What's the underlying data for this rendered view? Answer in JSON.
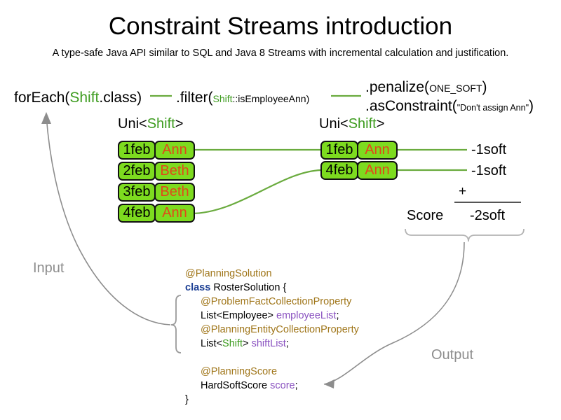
{
  "title": "Constraint Streams introduction",
  "subtitle": "A type-safe Java API similar to SQL and Java 8 Streams with incremental calculation and justification.",
  "pipeline": {
    "for_each": {
      "call": "forEach(",
      "type": "Shift",
      "tail": ".class)"
    },
    "filter": {
      "call": ".filter(",
      "type": "Shift",
      "tail": "::isEmployeeAnn)"
    },
    "penalize": {
      "call": ".penalize(",
      "arg": "ONE_SOFT",
      "tail": ")"
    },
    "as_constraint": {
      "call": ".asConstraint(",
      "arg": "\"Don't assign Ann\"",
      "tail": ")"
    },
    "stream_type_left": {
      "prefix": "Uni<",
      "type": "Shift",
      "suffix": ">"
    },
    "stream_type_right": {
      "prefix": "Uni<",
      "type": "Shift",
      "suffix": ">"
    }
  },
  "input_facts": [
    {
      "date": "1feb",
      "employee": "Ann"
    },
    {
      "date": "2feb",
      "employee": "Beth"
    },
    {
      "date": "3feb",
      "employee": "Beth"
    },
    {
      "date": "4feb",
      "employee": "Ann"
    }
  ],
  "filtered_facts": [
    {
      "date": "1feb",
      "employee": "Ann",
      "score": "-1soft"
    },
    {
      "date": "4feb",
      "employee": "Ann",
      "score": "-1soft"
    }
  ],
  "score_summary": {
    "label": "Score",
    "operator": "+",
    "total": "-2soft"
  },
  "code": {
    "line1_annotation": "@PlanningSolution",
    "line2_keyword": "class",
    "line2_name": " RosterSolution {",
    "line3_annotation": "@ProblemFactCollectionProperty",
    "line4_type": "List<Employee> ",
    "line4_field": "employeeList",
    "line4_semi": ";",
    "line5_annotation": "@PlanningEntityCollectionProperty",
    "line6_type_a": "List<",
    "line6_type_b": "Shift",
    "line6_type_c": "> ",
    "line6_field": "shiftList",
    "line6_semi": ";",
    "line7_annotation": "@PlanningScore",
    "line8_type": "HardSoftScore ",
    "line8_field": "score",
    "line8_semi": ";",
    "line9_close": "}"
  },
  "flow_labels": {
    "input": "Input",
    "output": "Output"
  },
  "colors": {
    "box_fill": "#7ddb1f",
    "box_border": "#111111",
    "employee_text": "#e0491a",
    "type_green": "#3e9c20",
    "connector_green": "#6aab3e",
    "flow_gray": "#8d8d8d",
    "annotation": "#a0761a",
    "keyword": "#1c3f94",
    "field": "#8a52c0"
  }
}
